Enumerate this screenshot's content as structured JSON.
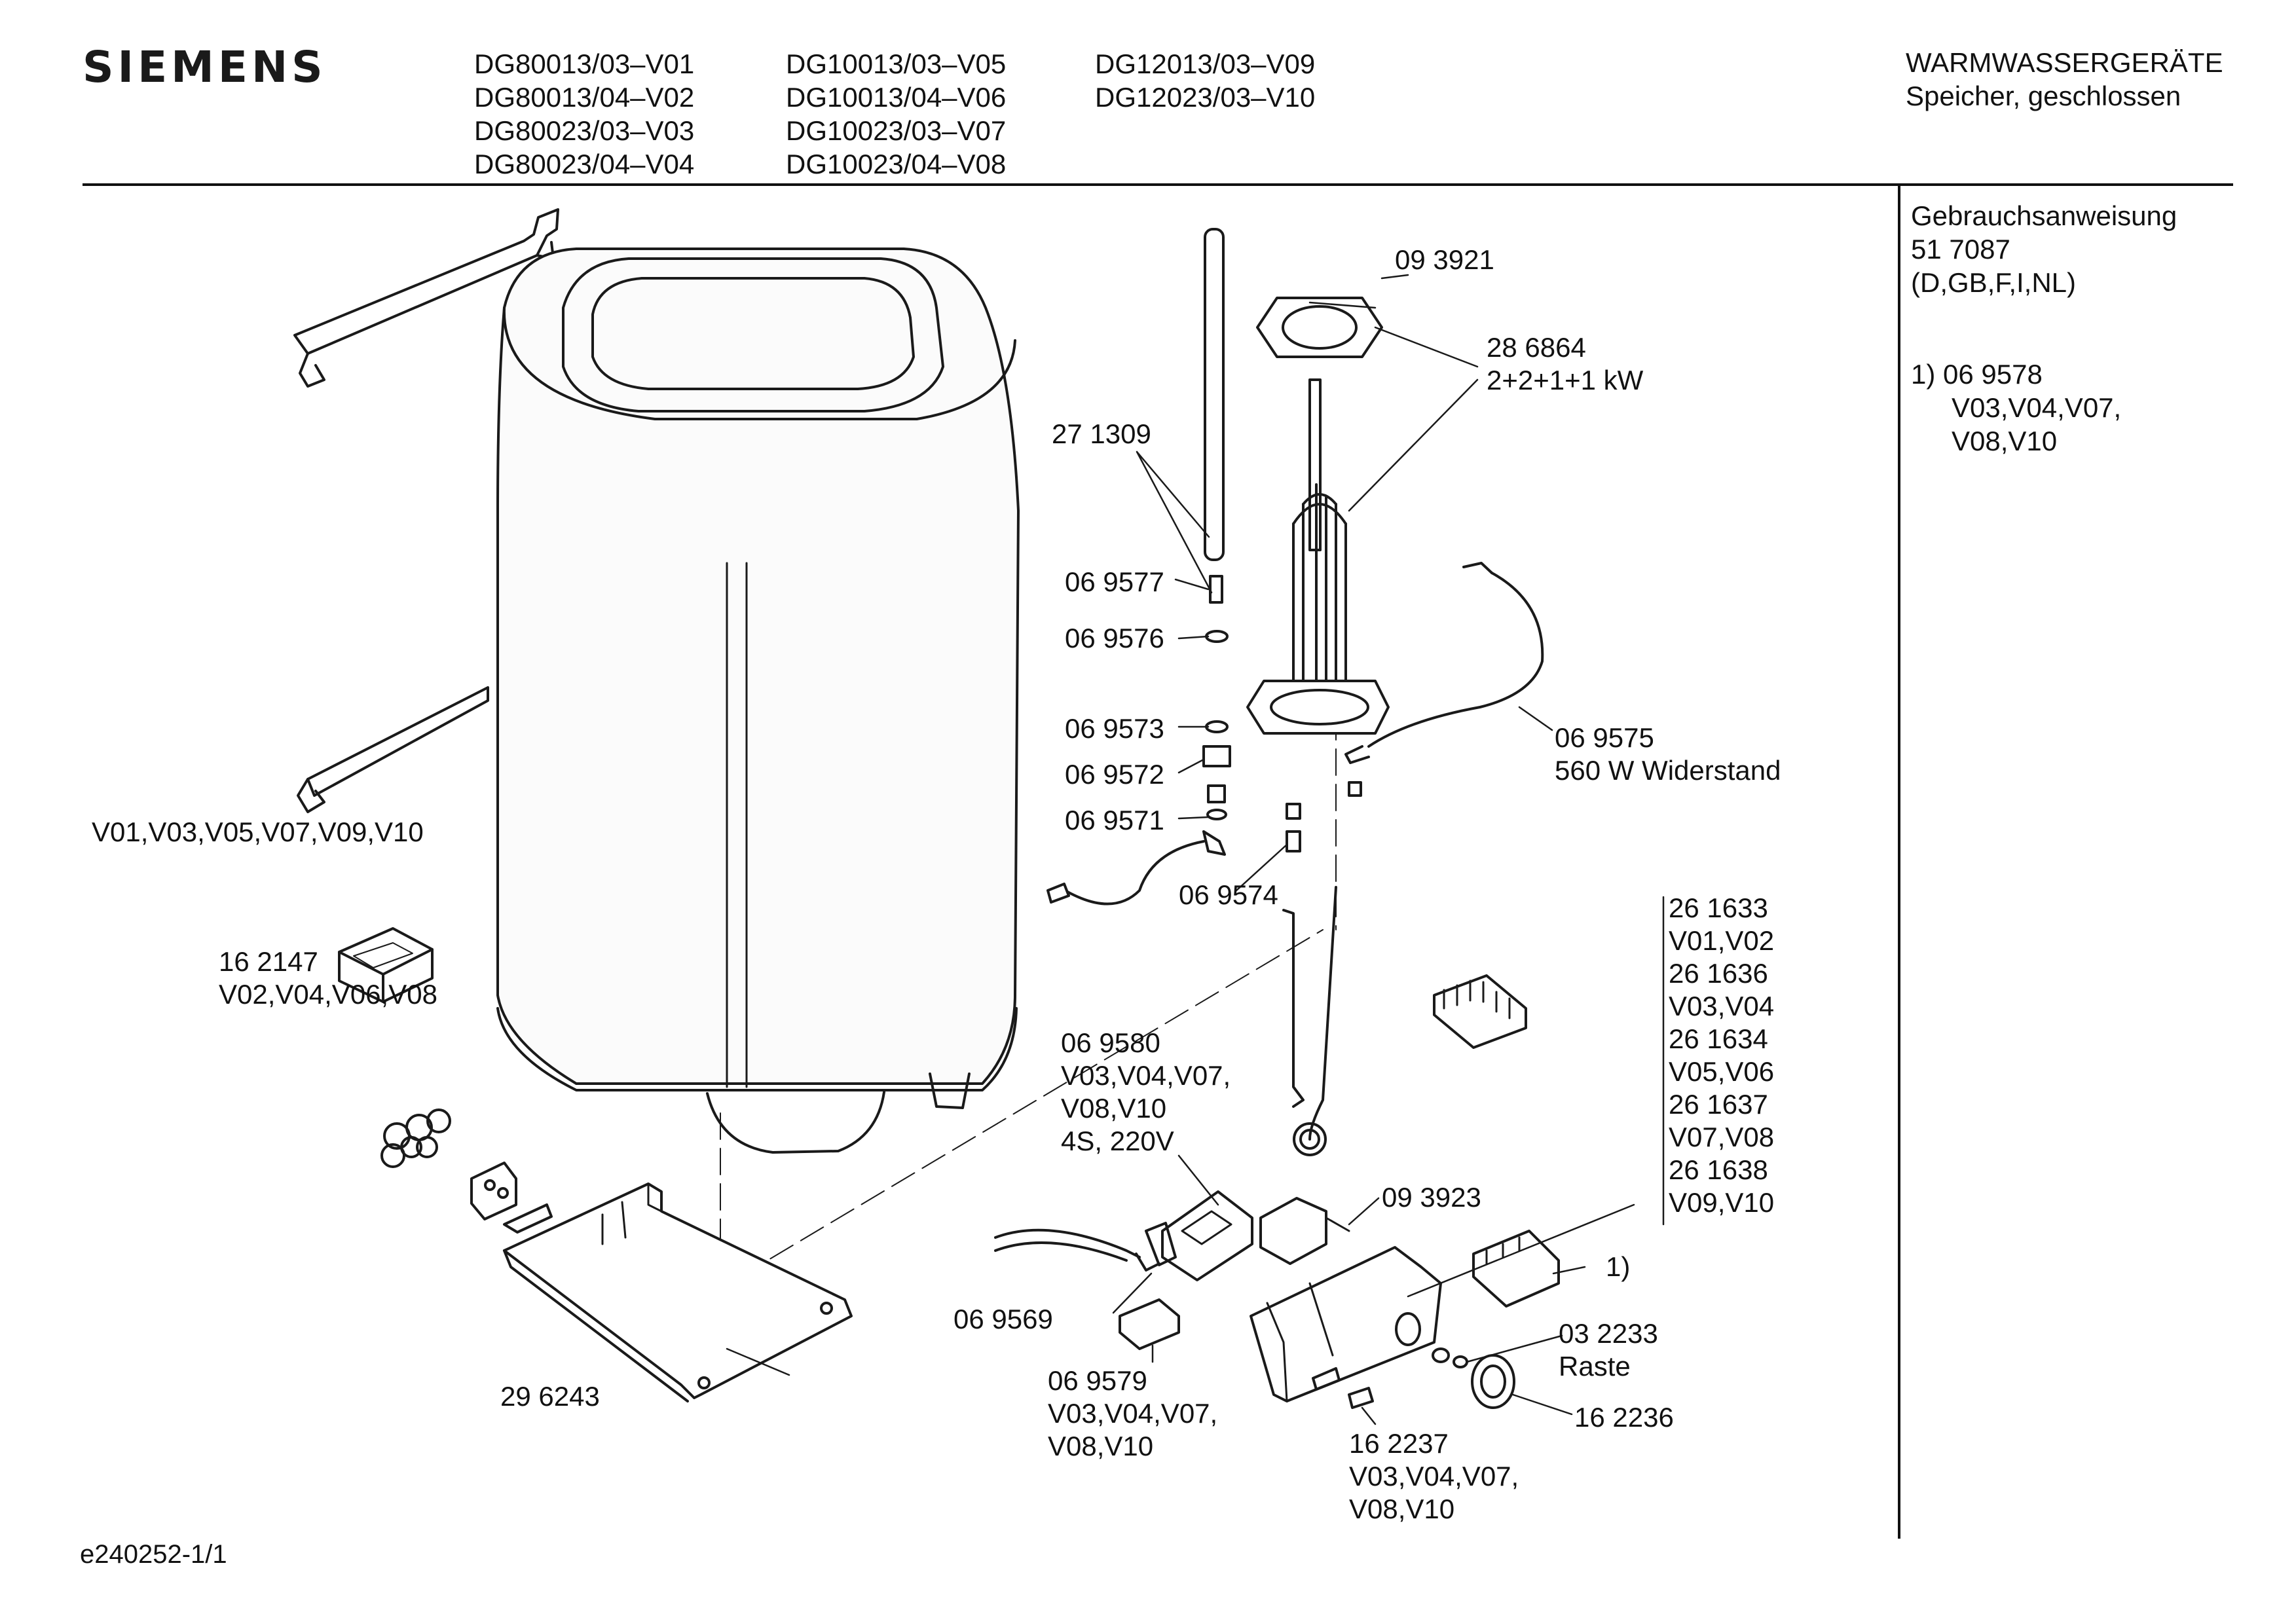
{
  "header": {
    "brand": "SIEMENS",
    "models_col1": [
      "DG80013/03–V01",
      "DG80013/04–V02",
      "DG80023/03–V03",
      "DG80023/04–V04"
    ],
    "models_col2": [
      "DG10013/03–V05",
      "DG10013/04–V06",
      "DG10023/03–V07",
      "DG10023/04–V08"
    ],
    "models_col3": [
      "DG12013/03–V09",
      "DG12023/03–V10"
    ],
    "category": "WARMWASSERGERÄTE",
    "subcategory": "Speicher, geschlossen"
  },
  "sidebar": {
    "manual_title": "Gebrauchsanweisung",
    "manual_number": "51 7087",
    "manual_languages": "(D,GB,F,I,NL)",
    "note_marker": "1)",
    "note_part": "06 9578",
    "note_variants_1": "V03,V04,V07,",
    "note_variants_2": "V08,V10"
  },
  "labels": {
    "p093921": "09 3921",
    "p286864": "28 6864",
    "p286864_desc": "2+2+1+1 kW",
    "p271309": "27 1309",
    "p069577": "06 9577",
    "p069576": "06 9576",
    "p069573": "06 9573",
    "p069572": "06 9572",
    "p069571": "06 9571",
    "p069574": "06 9574",
    "p069575": "06 9575",
    "p069575_desc": "560 W Widerstand",
    "bracket_variants": "V01,V03,V05,V07,V09,V10",
    "p162147": "16 2147",
    "p162147_variants": "V02,V04,V06,V08",
    "p069580": [
      "06 9580",
      "V03,V04,V07,",
      "V08,V10",
      "4S, 220V"
    ],
    "p093923": "09 3923",
    "terminal_list": [
      "26 1633",
      "V01,V02",
      "26 1636",
      "V03,V04",
      "26 1634",
      "V05,V06",
      "26 1637",
      "V07,V08",
      "26 1638",
      "V09,V10"
    ],
    "note_ref": "1)",
    "p069569": "06 9569",
    "p296243": "29 6243",
    "p069579": [
      "06 9579",
      "V03,V04,V07,",
      "V08,V10"
    ],
    "p032233": "03 2233",
    "p032233_desc": "Raste",
    "p162236": "16 2236",
    "p162237": [
      "16 2237",
      "V03,V04,V07,",
      "V08,V10"
    ]
  },
  "footer": {
    "drawing_id": "e240252-1/1"
  }
}
